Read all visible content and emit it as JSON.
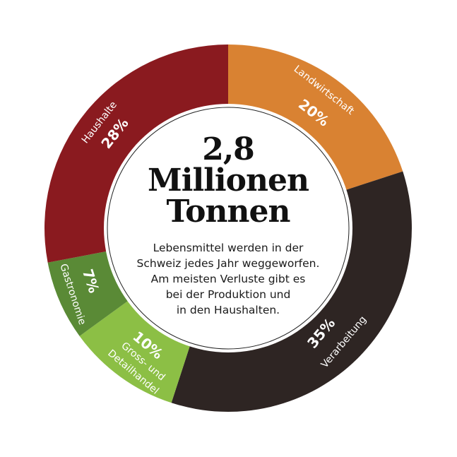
{
  "chart_data": {
    "type": "pie",
    "variant": "donut",
    "title": "2,8 Millionen Tonnen",
    "subtitle": "Lebensmittel werden in der Schweiz jedes Jahr weggeworfen. Am meisten Verluste gibt es bei der Produktion und in den Haushalten.",
    "categories": [
      "Landwirtschaft",
      "Verarbeitung",
      "Gross- und Detailhandel",
      "Gastronomie",
      "Haushalte"
    ],
    "values": [
      20,
      35,
      10,
      7,
      28
    ],
    "unit": "%",
    "colors": [
      "#d98232",
      "#2e2523",
      "#8cbf45",
      "#5a8a36",
      "#8a1a1f"
    ],
    "start_angle_deg": 0,
    "direction": "clockwise",
    "legend": "none (labels on segments)"
  },
  "center": {
    "line1": "2,8",
    "line2": "Millionen",
    "line3": "Tonnen",
    "desc": [
      "Lebensmittel werden in der",
      "Schweiz jedes Jahr weggeworfen.",
      "Am meisten Verluste gibt es",
      "bei der Produktion und",
      "in den Haushalten."
    ]
  },
  "labels": {
    "landwirtschaft": {
      "name": "Landwirtschaft",
      "pct": "20%"
    },
    "verarbeitung": {
      "name": "Verarbeitung",
      "pct": "35%"
    },
    "handel": {
      "name1": "Gross- und",
      "name2": "Detailhandel",
      "pct": "10%"
    },
    "gastronomie": {
      "name": "Gastronomie",
      "pct": "7%"
    },
    "haushalte": {
      "name": "Haushalte",
      "pct": "28%"
    }
  }
}
